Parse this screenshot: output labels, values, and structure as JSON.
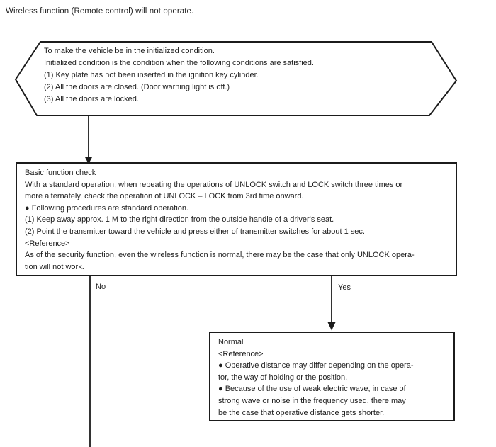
{
  "page": {
    "title": "Wireless function (Remote control) will not operate."
  },
  "colors": {
    "ink": "#1b1b1b",
    "background": "#ffffff"
  },
  "initialized_condition_box": {
    "shape": "hexagon",
    "lines": [
      "To make the vehicle be in the initialized condition.",
      "Initialized condition is the condition when the following conditions are satisfied.",
      "(1) Key plate has not been inserted in the ignition key cylinder.",
      "(2) All the doors are closed. (Door warning light is off.)",
      "(3) All the doors are locked."
    ]
  },
  "basic_function_check_box": {
    "shape": "rectangle",
    "lines": [
      "Basic function check",
      "With a standard operation, when repeating the operations of UNLOCK switch and LOCK switch three times or",
      "more alternately, check the operation of UNLOCK – LOCK from 3rd time onward.",
      "● Following procedures are standard operation.",
      "(1) Keep away approx. 1 M to the right direction from the outside handle of a driver's seat.",
      "(2) Point the transmitter toward the vehicle and press either of transmitter switches for about 1 sec.",
      "<Reference>",
      "As of the security function, even the wireless function is normal, there may be the case that only UNLOCK opera-",
      "tion will not work."
    ]
  },
  "branches": {
    "no_label": "No",
    "yes_label": "Yes"
  },
  "normal_box": {
    "shape": "rectangle",
    "lines": [
      "Normal",
      "<Reference>",
      "● Operative distance may differ depending on the opera-",
      "tor, the way of holding or the position.",
      "● Because of the use of weak electric wave, in case of",
      "strong wave or noise in the frequency used, there may",
      "be the case that operative distance gets shorter."
    ]
  }
}
